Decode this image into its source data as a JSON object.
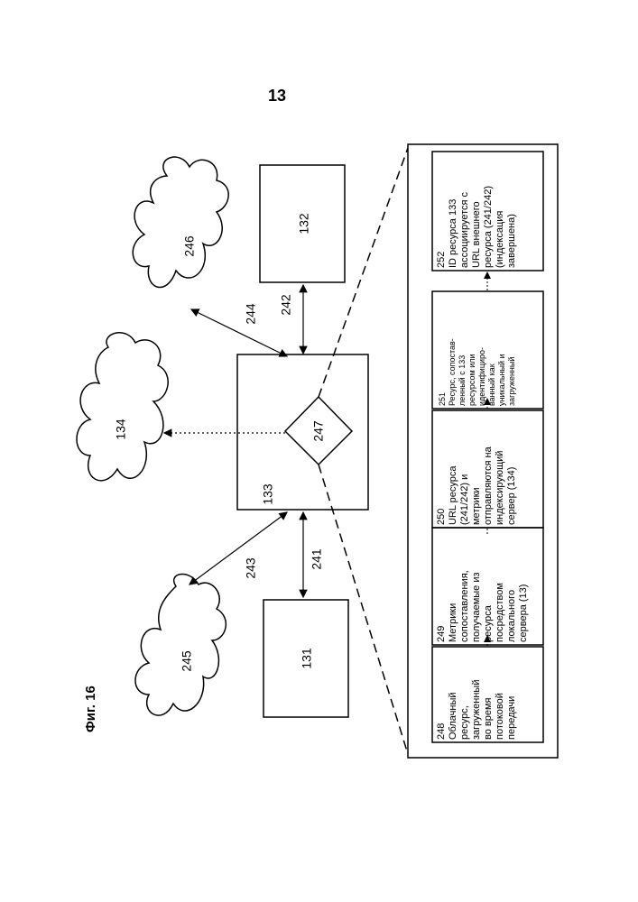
{
  "page_number": "13",
  "figure_title": "Фиг. 16",
  "nodes": {
    "cloud_246": "246",
    "cloud_134": "134",
    "cloud_245": "245",
    "box_132": "132",
    "box_131": "131",
    "box_133": "133",
    "diamond_247": "247"
  },
  "links": {
    "l244": "244",
    "l242": "242",
    "l243": "243",
    "l241": "241"
  },
  "steps": [
    {
      "text": "248\nОблачный\nресурс,\nзагруженный\nво время\nпотоковой\nпередачи"
    },
    {
      "text": "249\nМетрики\nсопоставления,\nполучаемые из\nресурса\nпосредством\nлокального\nсервера (13)"
    },
    {
      "text": "250\nURL ресурса\n(241/242) и\nметрики\nотправляются на\nиндексирующий\nсервер (134)"
    },
    {
      "text": "251\nРесурс, сопостав-\nленный с 133\nресурсом или\nидентифициро-\nванный как\nуникальный и\nзагруженный"
    },
    {
      "text": "252\nID ресурса 133\nассоциируется с\nURL внешнего\nресурса (241/242)\n(индексация\nзавершена)"
    }
  ]
}
